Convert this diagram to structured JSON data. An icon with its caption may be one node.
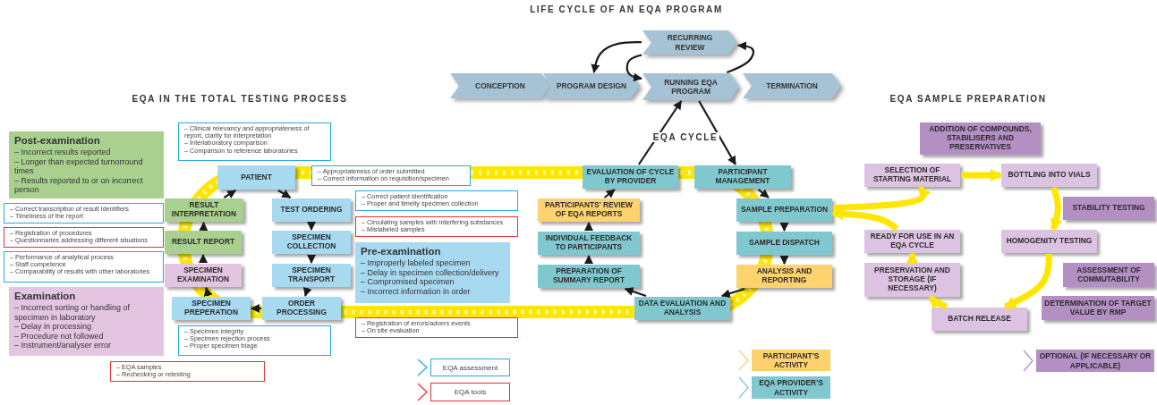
{
  "diagram": {
    "title": "LIFE CYCLE OF AN EQA PROGRAM",
    "nodes": [
      {
        "text": [
          "CONCEPTION"
        ]
      },
      {
        "text": [
          "PROGRAM DESIGN"
        ]
      },
      {
        "text": [
          "RUNNING EQA PROGRAM"
        ]
      },
      {
        "text": [
          "TERMINATION"
        ]
      },
      {
        "text": [
          "RECURRING REVIEW"
        ]
      },
      {
        "text": [
          "PATIENT"
        ]
      },
      {
        "text": [
          "TEST ORDERING"
        ]
      },
      {
        "text": [
          "SPECIMEN COLLECTION"
        ]
      },
      {
        "text": [
          "SPECIMEN TRANSPORT"
        ]
      },
      {
        "text": [
          "ORDER PROCESSING"
        ]
      },
      {
        "text": [
          "SPECIMEN PREPERATION"
        ]
      },
      {
        "text": [
          "SPECIMEN EXAMINATION"
        ]
      },
      {
        "text": [
          "RESULT REPORT"
        ]
      },
      {
        "text": [
          "RESULT INTERPRETATION"
        ]
      },
      {
        "text": [
          "Post-examination",
          "– Incorrect results reported",
          "– Longer than expected turnorround times",
          "– Results reported to or on incorrect person"
        ]
      },
      {
        "text": [
          "– Correct transcription of result identifiers",
          "– Timeliness of the report"
        ]
      },
      {
        "text": [
          "– Registration of procedures",
          "– Questionnaries addressing different situations"
        ]
      },
      {
        "text": [
          "– Performance of analytical process",
          "– Staff competence",
          "– Comparability of results with other laboratories"
        ]
      },
      {
        "text": [
          "Examination",
          "– Incorrect sorting or handling of specimen in laboratory",
          "– Delay in processing",
          "– Procedure not followed",
          "– Instrument/analyser error"
        ]
      },
      {
        "text": [
          "– Clinical relevancy and appropriateness of report, clarity for interpretation",
          "– Interlaboratory comparison",
          "– Comparison to reference laboratories"
        ]
      },
      {
        "text": [
          "– Appropriateness of order submitted",
          "– Correct information on requisition/specimen"
        ]
      },
      {
        "text": [
          "– Correct patient identification",
          "– Proper and timeliy specimen collection"
        ]
      },
      {
        "text": [
          "– Circulating samples with interfering substances",
          "– Mistabeled samples"
        ]
      },
      {
        "text": [
          "Pre-examination",
          "– Improperly labeled specimen",
          "– Delay in specimen collection/delivery",
          "– Compromised specimen",
          "– Incorrect information in order"
        ]
      },
      {
        "text": [
          "– Registration of errors/advers events",
          "– On site evaluation"
        ]
      },
      {
        "text": [
          "– Specimen integrity",
          "– Specimen rejection process",
          "– Proper specimen triage"
        ]
      },
      {
        "text": [
          "– EQA samples",
          "– Rechecking or retesting"
        ]
      },
      {
        "text": [
          "EVALUATION OF CYCLE BY PROVIDER"
        ]
      },
      {
        "text": [
          "PARTICIPANT MANAGEMENT"
        ]
      },
      {
        "text": [
          "PARTICIPANTS' REVIEW OF EQA REPORTS"
        ]
      },
      {
        "text": [
          "INDIVIDUAL FEEDBACK TO PARTICIPANTS"
        ]
      },
      {
        "text": [
          "PREPARATION OF SUMMARY REPORT"
        ]
      },
      {
        "text": [
          "SAMPLE PREPARATION"
        ]
      },
      {
        "text": [
          "SAMPLE DISPATCH"
        ]
      },
      {
        "text": [
          "ANALYSIS AND REPORTING"
        ]
      },
      {
        "text": [
          "DATA EVALUATION AND ANALYSIS"
        ]
      },
      {
        "text": [
          "ADDITION OF COMPOUNDS, STABILISERS AND PRESERVATIVES"
        ]
      },
      {
        "text": [
          "SELECTION OF STARTING MATERIAL"
        ]
      },
      {
        "text": [
          "BOTTLING INTO VIALS"
        ]
      },
      {
        "text": [
          "STABILITY TESTING"
        ]
      },
      {
        "text": [
          "READY FOR USE IN AN EQA CYCLE"
        ]
      },
      {
        "text": [
          "HOMOGENITY TESTING"
        ]
      },
      {
        "text": [
          "PRESERVATION AND STORAGE (IF NECESSARY)"
        ]
      },
      {
        "text": [
          "ASSESSMENT OF COMMUTABILITY"
        ]
      },
      {
        "text": [
          "DETERMINATION OF TARGET VALUE BY RMP"
        ]
      },
      {
        "text": [
          "BATCH RELEASE"
        ]
      }
    ],
    "edges": [
      {
        "from": 4,
        "to": 1,
        "arrow": "to"
      },
      {
        "from": 4,
        "to": 2,
        "arrow": "to"
      },
      {
        "from": 2,
        "to": 4,
        "arrow": "to"
      },
      {
        "from": 5,
        "to": 6,
        "arrow": "to"
      },
      {
        "from": 6,
        "to": 7,
        "arrow": "to"
      },
      {
        "from": 7,
        "to": 8,
        "arrow": "to"
      },
      {
        "from": 8,
        "to": 9,
        "arrow": "to"
      },
      {
        "from": 9,
        "to": 10,
        "arrow": "to"
      },
      {
        "from": 10,
        "to": 11,
        "arrow": "to"
      },
      {
        "from": 11,
        "to": 12,
        "arrow": "to"
      },
      {
        "from": 12,
        "to": 13,
        "arrow": "to"
      },
      {
        "from": 13,
        "to": 5,
        "arrow": "to"
      },
      {
        "from": 2,
        "to": 28,
        "arrow": "to"
      },
      {
        "from": 28,
        "to": 32,
        "arrow": "to"
      },
      {
        "from": 32,
        "to": 33,
        "arrow": "to"
      },
      {
        "from": 33,
        "to": 34,
        "arrow": "to"
      },
      {
        "from": 34,
        "to": 35,
        "arrow": "to"
      },
      {
        "from": 35,
        "to": 31,
        "arrow": "to"
      },
      {
        "from": 31,
        "to": 30,
        "arrow": "to"
      },
      {
        "from": 30,
        "to": 29,
        "arrow": "to"
      },
      {
        "from": 29,
        "to": 27,
        "arrow": "to"
      },
      {
        "from": 27,
        "to": 2,
        "arrow": "to"
      },
      {
        "from": 32,
        "to": 37,
        "arrow": "to",
        "style": "thick",
        "color": "#ffe600"
      },
      {
        "from": 37,
        "to": 38,
        "arrow": "to",
        "style": "thick",
        "color": "#ffe600"
      },
      {
        "from": 38,
        "to": 41,
        "arrow": "to",
        "style": "thick",
        "color": "#ffe600"
      },
      {
        "from": 41,
        "to": 45,
        "arrow": "to",
        "style": "thick",
        "color": "#ffe600"
      },
      {
        "from": 45,
        "to": 42,
        "arrow": "to",
        "style": "thick",
        "color": "#ffe600"
      },
      {
        "from": 42,
        "to": 40,
        "arrow": "to",
        "style": "thick",
        "color": "#ffe600"
      },
      {
        "from": 40,
        "to": 32,
        "arrow": "to",
        "style": "thick",
        "color": "#ffe600"
      }
    ],
    "labels": [
      "EQA IN THE TOTAL TESTING PROCESS",
      "EQA CYCLE",
      "EQA SAMPLE PREPARATION"
    ],
    "legend": [
      {
        "text": "EQA assessment"
      },
      {
        "text": "EQA tools"
      },
      {
        "text": "PARTICIPANT'S ACTIVITY",
        "color": "#fdd26e"
      },
      {
        "text": "EQA PROVIDER'S ACTIVITY",
        "color": "#80c8d0"
      },
      {
        "text": "OPTIONAL (IF NECESSARY OR APPLICABLE)",
        "color": "#b48fc4"
      }
    ]
  }
}
